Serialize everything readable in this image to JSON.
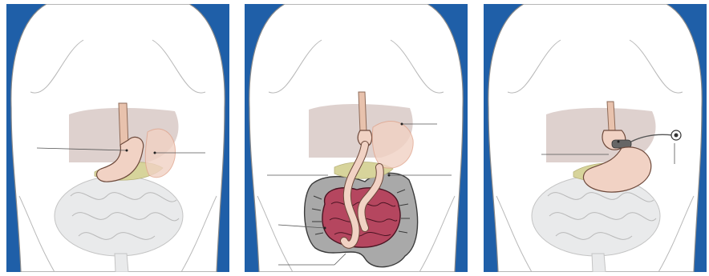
{
  "figure": {
    "panels": [
      {
        "id": "panel-1",
        "procedure": "sleeve-gastrectomy"
      },
      {
        "id": "panel-2",
        "procedure": "roux-en-y-gastric-bypass"
      },
      {
        "id": "panel-3",
        "procedure": "adjustable-gastric-band"
      }
    ],
    "colors": {
      "background_blue": "#1f5fa8",
      "silhouette": "#ffffff",
      "outline": "#8a8a8a",
      "liver": "#d8c9c6",
      "stomach": "#f1d2c4",
      "stomach_shade": "#e1a58d",
      "pancreas": "#d7d49b",
      "intestine_faded": "#e9eaeb",
      "small_bowel_highlight": "#b5465f",
      "colon_highlight": "#a9a9a9",
      "esophagus": "#e8c2ad",
      "band_port": "#666666"
    }
  }
}
